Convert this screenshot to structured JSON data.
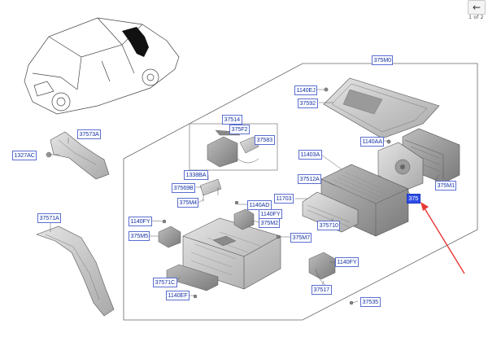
{
  "nav": {
    "back_icon": "←",
    "page_indicator": "1 of 2"
  },
  "labels": {
    "l375m0": "375M0",
    "l1140ej": "1140EJ",
    "l37592": "37592",
    "l1140aa": "1140AA",
    "l37514": "37514",
    "l375f2": "375F2",
    "l37583": "37583",
    "l11403a": "11403A",
    "l37512a": "37512A",
    "l37573a": "37573A",
    "l1327ac": "1327AC",
    "l1338ba": "1338BA",
    "l37569b": "37569B",
    "l375m4": "375M4",
    "l1140ad": "1140AD",
    "l11703": "11703",
    "l1140fy_a": "1140FY",
    "l375710": "375710",
    "l375m1": "375M1",
    "l375xx": "375",
    "l37571a": "37571A",
    "l1140fy_b": "1140FY",
    "l375m5": "375M5",
    "l375m2": "375M2",
    "l375m7": "375M7",
    "l1140fy_c": "1140FY",
    "l37571c": "37571C",
    "l1140ef": "1140EF",
    "l37517": "37517",
    "l37535": "37535"
  },
  "colors": {
    "label_text": "#1633a5",
    "label_border": "#5b6fd1",
    "highlight_fill": "#2f4ee6",
    "arrow": "#e53935",
    "line": "#5a5a5a"
  }
}
